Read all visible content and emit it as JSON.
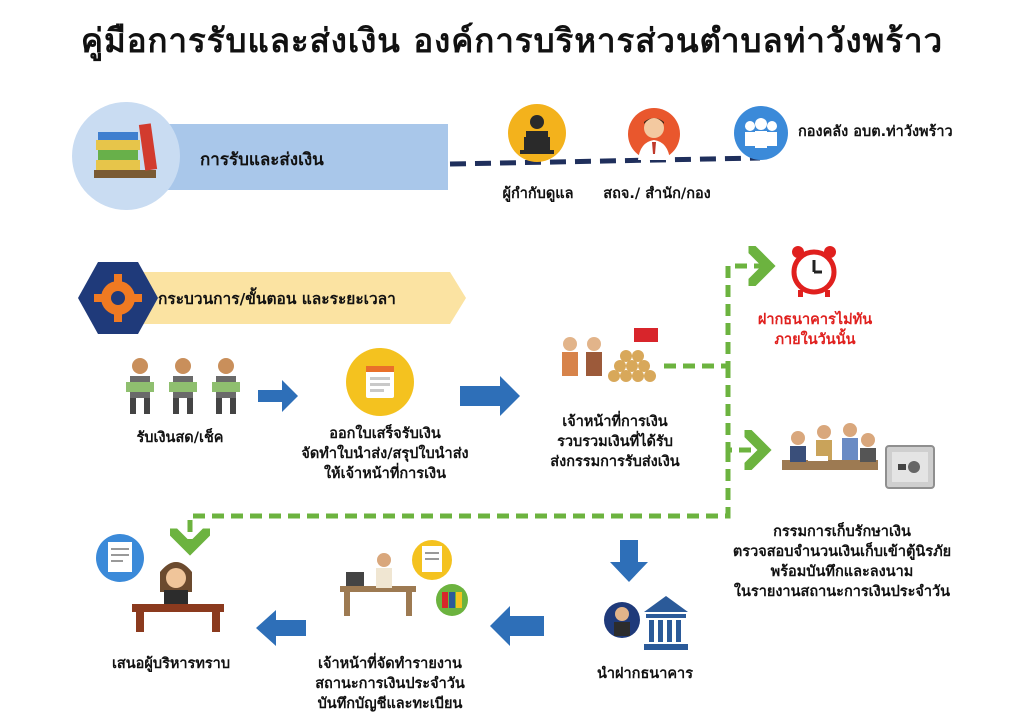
{
  "title": "คู่มือการรับและส่งเงิน องค์การบริหารส่วนตำบลท่าวังพร้าว",
  "header_section": {
    "banner_label": "การรับและส่งเงิน",
    "roles": [
      {
        "icon": "podium-speaker-icon",
        "label": "ผู้กำกับดูแล"
      },
      {
        "icon": "officer-avatar-icon",
        "label": "สถจ./ สำนัก/กอง"
      },
      {
        "icon": "team-people-icon",
        "label": "กองคลัง อบต.ท่าวังพร้าว"
      }
    ]
  },
  "process_section": {
    "banner_label": "กระบวนการ/ขั้นตอน และระยะเวลา"
  },
  "steps": {
    "receive_cash": "รับเงินสด/เช็ค",
    "issue_receipt": [
      "ออกใบเสร็จรับเงิน",
      "จัดทำใบนำส่ง/สรุปใบนำส่ง",
      "ให้เจ้าหน้าที่การเงิน"
    ],
    "finance_officer": [
      "เจ้าหน้าที่การเงิน",
      "รวบรวมเงินที่ได้รับ",
      "ส่งกรรมการรับส่งเงิน"
    ],
    "late_deposit": [
      "ฝากธนาคารไม่ทัน",
      "ภายในวันนั้น"
    ],
    "committee": [
      "กรรมการเก็บรักษาเงิน",
      "ตรวจสอบจำนวนเงินเก็บเข้าตู้นิรภัย",
      "พร้อมบันทึกและลงนาม",
      "ในรายงานสถานะการเงินประจำวัน"
    ],
    "bank_deposit": "นำฝากธนาคาร",
    "report": [
      "เจ้าหน้าที่จัดทำรายงาน",
      "สถานะการเงินประจำวัน",
      "บันทึกบัญชีและทะเบียน"
    ],
    "present": "เสนอผู้บริหารทราบ"
  },
  "colors": {
    "arrow_blue": "#2e6fb8",
    "dashed_green": "#6cb33f",
    "dashed_navy": "#1f2f5c",
    "banner_blue": "#a9c7ea",
    "banner_yellow": "#fbe3a2",
    "gear_hex": "#1f3a7a",
    "alert_red": "#e0201e"
  }
}
